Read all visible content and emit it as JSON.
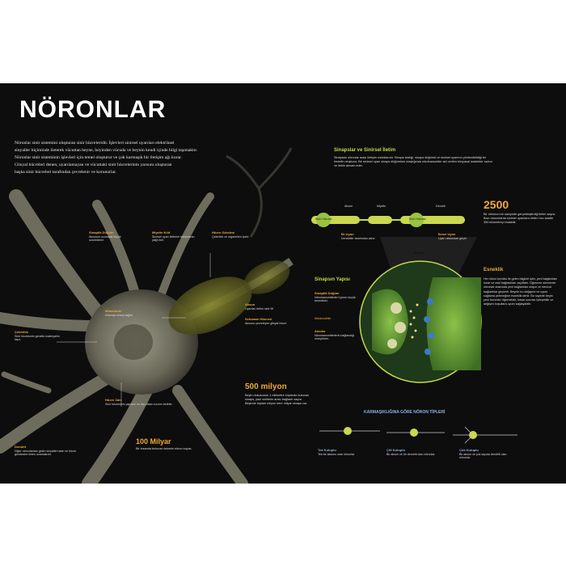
{
  "title": "NÖRONLAR",
  "intro": [
    "Nöronlar sinir sistemini oluşturan sinir hücreleridir. İşlevleri sinirsel uyarıları elektriksel",
    "sinyaller biçiminde ileterek vücuttan beyne, beyinden vücuda ve beynin kendi içinde bilgi taşımaktır.",
    "Nöronlar sinir sisteminin işlevleri için temel oluşturur ve çok karmaşık bir iletişim ağı kurar.",
    "Glisyal hücreleri denen, uyarılamayan ve vücuttaki sinir hücrelerinin yarısını oluşturan",
    "başka sinir hücreleri tarafından çevrelenir ve korunurlar."
  ],
  "neuron_labels": {
    "sinaptik": {
      "title": "Sinaptik Düğüm",
      "text": "Aksonun ucundaki küçük uzantılardır."
    },
    "myelin": {
      "title": "Miyelin Kılıf",
      "text": "Sinirsel uyarı iletimini hızlandıran yağlı kılıf."
    },
    "hucre_govdesi": {
      "title": "Hücre Gövdesi",
      "text": "Çekirdek ve organelleri içerir."
    },
    "mitokondri": {
      "title": "Mitokondri",
      "text": "Hücreye enerji sağlar."
    },
    "akson": {
      "title": "Akson",
      "text": "Uyarıları iletim sinir lifi"
    },
    "schwann": {
      "title": "Schwann Hücresi",
      "text": "Aksonu çevreleyen glisyal hücre"
    },
    "cekirdek": {
      "title": "Çekirdek",
      "text": "Sinir hücresinin genetik materyalini taşır."
    },
    "hucre_zari": {
      "title": "Hücre Zarı",
      "text": "Sinir hücresinin yapısını ve dış ortam sınırını belirler."
    },
    "dendrit": {
      "title": "Dendrit",
      "text": "Diğer nöronlardan gelen sinyalleri alan ve hücre gövdesine ileten uzantılardır."
    }
  },
  "stats": {
    "s100": {
      "value": "100 Milyar",
      "text": "Bir insanda bulunan tahmini nöron sayısı."
    },
    "s500": {
      "value": "500 milyon",
      "text": "Beyin dokusunun 1 milimetre küpünde bulunan sinaps, yani sinirlerin arası bağlantı sayısı. Beyinde toplam milyon kere milyar sinaps var."
    },
    "s2500": {
      "value": "2500",
      "text": "Bir nöronun bir saniyede gerçekleştirdiği iletim sayısı. Bazı durumlarda sinirsel uyarıların iletim hızı saatte 350 kilometreyi bulabilir."
    }
  },
  "synapse": {
    "heading": "Sinapslar ve Sinirsel İletim",
    "text": "Sinapslar nöronlar arası iletişim noktalarıdır. Sinaps aralığı, sinaps düğümü ve sinirsel uyarının yönlendirildiği bir hedefin oluşturur. Bir sinirsel uyarı sinaps düğümüne ulaştığında nörotransmiter adı verilen kimyasal maddeler salınır ve iletim devam eder.",
    "akson": "Akson",
    "miyelin": "Miyelin",
    "dendrit": "Dendrit",
    "sinir_hucresi_1": "Sinir Hücresi",
    "sinir_hucresi_2": "Sinir Hücresi",
    "ilk_uyari": "İlk Uyarı",
    "ilk_uyari_text": "Dendritler tarafından alınır",
    "ikinci_uyari": "İkinci Uyarı",
    "ikinci_uyari_text": "Uyarı aksondan geçer",
    "sinaps": "Sinaps"
  },
  "sinapsin": {
    "heading": "Sinapsın Yapısı",
    "dugum_title": "Sinaptik Düğüm",
    "dugum_text": "Nörotransmitterleri içeren küçük kesecikler.",
    "mitokondri": "Mitokondriler",
    "alici_title": "Alıcılar",
    "alici_text": "Nörotransmitterlerin bağlandığı reseptörler."
  },
  "esneklik": {
    "heading": "Esneklik",
    "text": "Her nöron kendisi ile gelen bilgileri işler, yeni bağlantılar kurar ve eski bağlantıları zayıflatır. Öğrenme sürecinde nöronlar arasında yeni bağlantılar oluşur ve mevcut bağlantılar güçlenir. Beynin bu değişme ve uyum sağlama yeteneğine esneklik denir. Bu sayede beyin yeni beceriler öğrenebilir, hasar sonrası iyileşebilir ve değişen koşullara uyum sağlayabilir."
  },
  "types": {
    "heading": "KARMAŞIKLIĞINA GÖRE NÖRON TİPLERİ",
    "items": [
      {
        "title": "Tek Kutuplu",
        "text": "Tek bir aksonu olan nöronlar."
      },
      {
        "title": "Çift Kutuplu",
        "text": "Bir akson ve bir dendriti olan nöronlar."
      },
      {
        "title": "Çok Kutuplu",
        "text": "Bir akson ve çok sayıda dendriti olan nöronlar."
      }
    ]
  },
  "colors": {
    "background": "#0d0d0d",
    "accent_orange": "#f0a83a",
    "accent_green": "#c6d84a",
    "neuron": "#8a8a78",
    "synapse_green": "#5a8a30"
  }
}
